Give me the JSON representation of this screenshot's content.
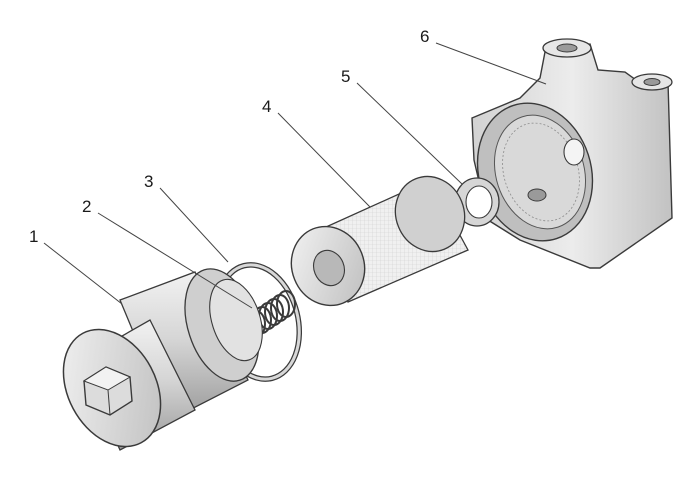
{
  "labels": {
    "part_1": "1",
    "part_2": "2",
    "part_3": "3",
    "part_4": "4",
    "part_5": "5",
    "part_6": "6"
  },
  "colors": {
    "metal_light": "#e8e8e8",
    "metal_mid": "#c4c4c4",
    "metal_dark": "#8c8c8c",
    "outline": "#3a3a3a",
    "filter_media": "#ededed",
    "leader_line": "#444444"
  }
}
